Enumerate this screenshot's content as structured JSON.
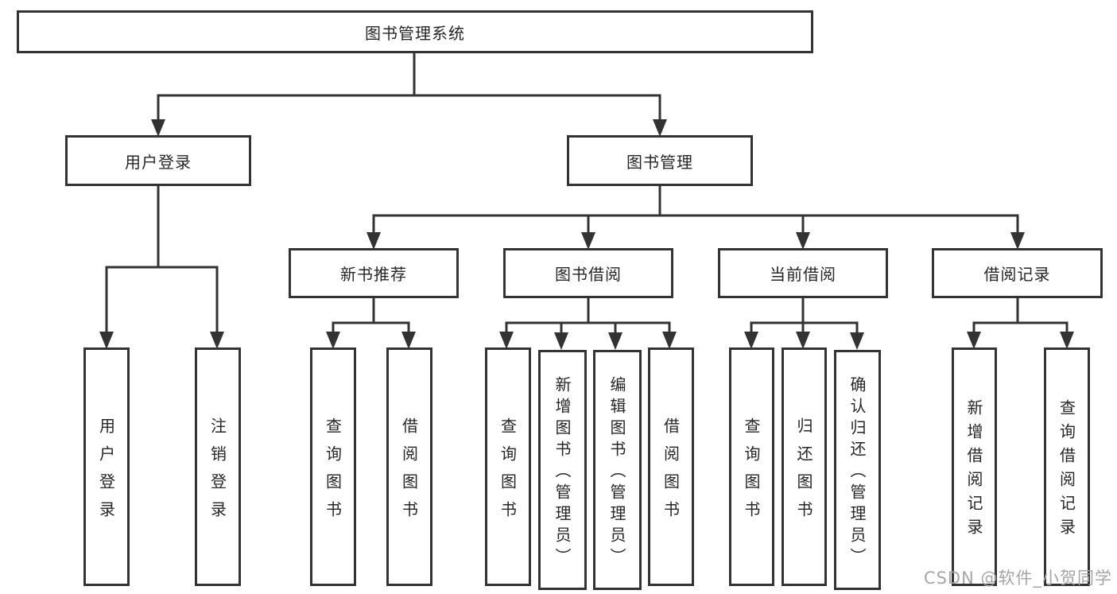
{
  "diagram": {
    "root": "图书管理系统",
    "level2": {
      "user_login": "用户登录",
      "book_management": "图书管理"
    },
    "level3": {
      "new_book_recommend": "新书推荐",
      "book_borrowing": "图书借阅",
      "current_borrowing": "当前借阅",
      "borrowing_records": "借阅记录"
    },
    "leaves": {
      "user_login": "用户登录",
      "logout": "注销登录",
      "recommend_query_books": "查询图书",
      "recommend_borrow_books": "借阅图书",
      "borrowing_query_books": "查询图书",
      "borrowing_add_books_admin": "新增图书（管理员）",
      "borrowing_edit_books_admin": "编辑图书（管理员）",
      "borrowing_borrow_books": "借阅图书",
      "current_query_books": "查询图书",
      "current_return_books": "归还图书",
      "current_confirm_return_admin": "确认归还（管理员）",
      "records_add_record": "新增借阅记录",
      "records_query_record": "查询借阅记录"
    }
  },
  "watermark": "CSDN @软件_小贺同学",
  "colors": {
    "line": "#333333",
    "text": "#262626",
    "background": "#ffffff",
    "watermark": "#a6a6a6"
  }
}
